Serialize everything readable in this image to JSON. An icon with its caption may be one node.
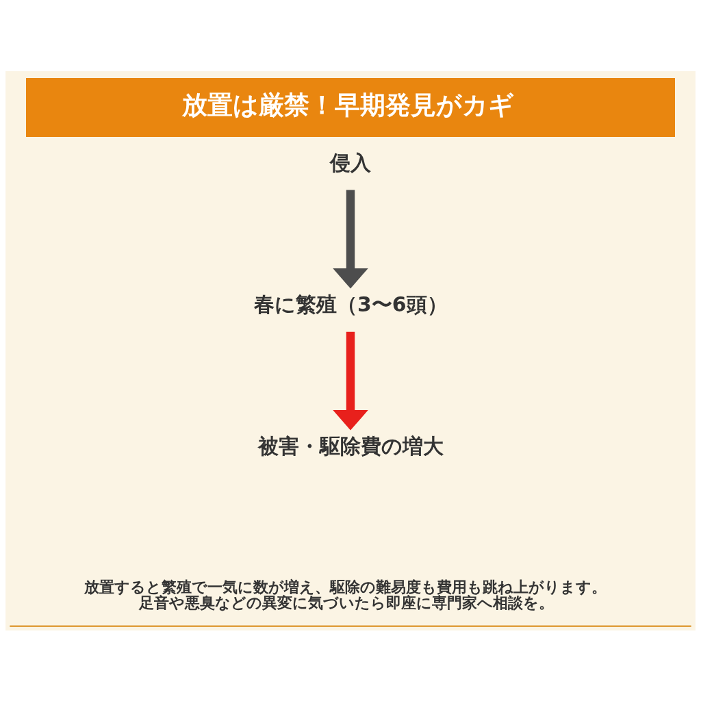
{
  "diagram": {
    "title": "放置は厳禁！早期発見がカギ",
    "caption": "放置すると繁殖で一気に数が増え、駆除の難易度も費用も跳ね上がります。足音や悪臭などの異変に気づいたら即座に専門家へ相談を。",
    "nodes": [
      {
        "text": [
          "侵入"
        ]
      },
      {
        "text": [
          "春に繁殖（3〜6頭）"
        ]
      },
      {
        "text": [
          "被害・駆除費の増大"
        ]
      }
    ],
    "edges": [
      {
        "from": 0,
        "to": 1,
        "arrow": "to"
      },
      {
        "from": 1,
        "to": 2,
        "arrow": "to",
        "color": "#e8201c"
      }
    ]
  }
}
